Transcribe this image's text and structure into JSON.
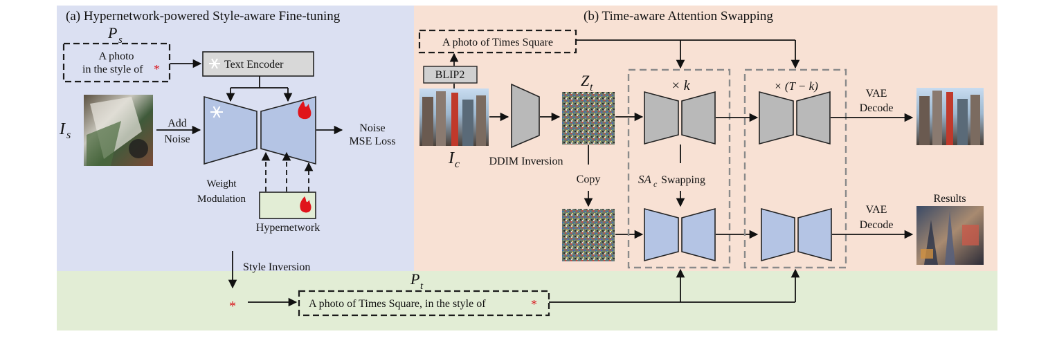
{
  "panel_a": {
    "title": "(a) Hypernetwork-powered Style-aware Fine-tuning",
    "prompt_symbol": "P",
    "prompt_symbol_sub": "s",
    "prompt_line1": "A photo",
    "prompt_line2": "in the style of",
    "prompt_star": "*",
    "text_encoder": "Text Encoder",
    "image_symbol": "I",
    "image_symbol_sub": "s",
    "add_noise_line1": "Add",
    "add_noise_line2": "Noise",
    "loss_line1": "Noise",
    "loss_line2": "MSE Loss",
    "weight_mod_line1": "Weight",
    "weight_mod_line2": "Modulation",
    "hypernetwork": "Hypernetwork",
    "style_inversion": "Style Inversion"
  },
  "panel_b": {
    "title": "(b) Time-aware Attention Swapping",
    "caption": "A photo of Times Square",
    "blip": "BLIP2",
    "content_symbol": "I",
    "content_symbol_sub": "c",
    "ddim": "DDIM Inversion",
    "latent_symbol": "Z",
    "latent_symbol_sub": "t",
    "copy": "Copy",
    "times_k": "× k",
    "times_t_minus_k": "× (T − k)",
    "swap_symbol": "SA",
    "swap_symbol_sub": "c",
    "swap_text": "Swapping",
    "vae_line1": "VAE",
    "vae_line2": "Decode",
    "results": "Results"
  },
  "bottom": {
    "star": "*",
    "prompt_symbol": "P",
    "prompt_symbol_sub": "t",
    "prompt_text": "A photo of Times Square, in the style of",
    "prompt_star": "*"
  },
  "colors": {
    "panel_a_bg": "#dbe0f2",
    "panel_b_bg": "#f8e1d4",
    "bottom_bg": "#e2edd5",
    "unet_blue": "#b4c4e4",
    "unet_gray": "#b9b9b9",
    "hypernet_green": "#e2edd5",
    "star_red": "#d8141b",
    "flame_red": "#e0141b"
  }
}
